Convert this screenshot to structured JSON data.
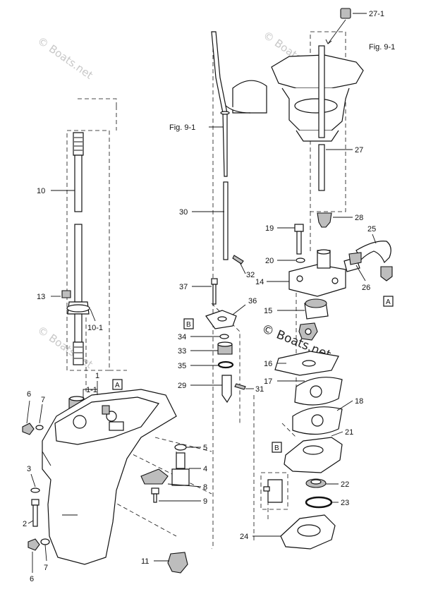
{
  "watermarks": [
    {
      "text": "© Boats.net"
    },
    {
      "text": "© Boats.net"
    },
    {
      "text": "© Boats.net"
    },
    {
      "text": "© Boats.net"
    }
  ],
  "callouts": {
    "p1": "1",
    "p1_1": "1-1",
    "p2": "2",
    "p3": "3",
    "p4": "4",
    "p5": "5",
    "p6a": "6",
    "p6b": "6",
    "p7a": "7",
    "p7b": "7",
    "p8": "8",
    "p9": "9",
    "p10": "10",
    "p10_1": "10-1",
    "p11": "11",
    "p13": "13",
    "p14": "14",
    "p15": "15",
    "p16": "16",
    "p17": "17",
    "p18": "18",
    "p19": "19",
    "p20": "20",
    "p21": "21",
    "p22": "22",
    "p23": "23",
    "p24": "24",
    "p25": "25",
    "p26": "26",
    "p27": "27",
    "p27_1": "27-1",
    "p28": "28",
    "p29": "29",
    "p30": "30",
    "p31": "31",
    "p32": "32",
    "p33": "33",
    "p34": "34",
    "p35": "35",
    "p36": "36",
    "p37": "37",
    "fig_top": "Fig. 9-1",
    "fig_left": "Fig. 9-1"
  },
  "refs": {
    "a1": "A",
    "a2": "A",
    "b1": "B",
    "b2": "B"
  }
}
